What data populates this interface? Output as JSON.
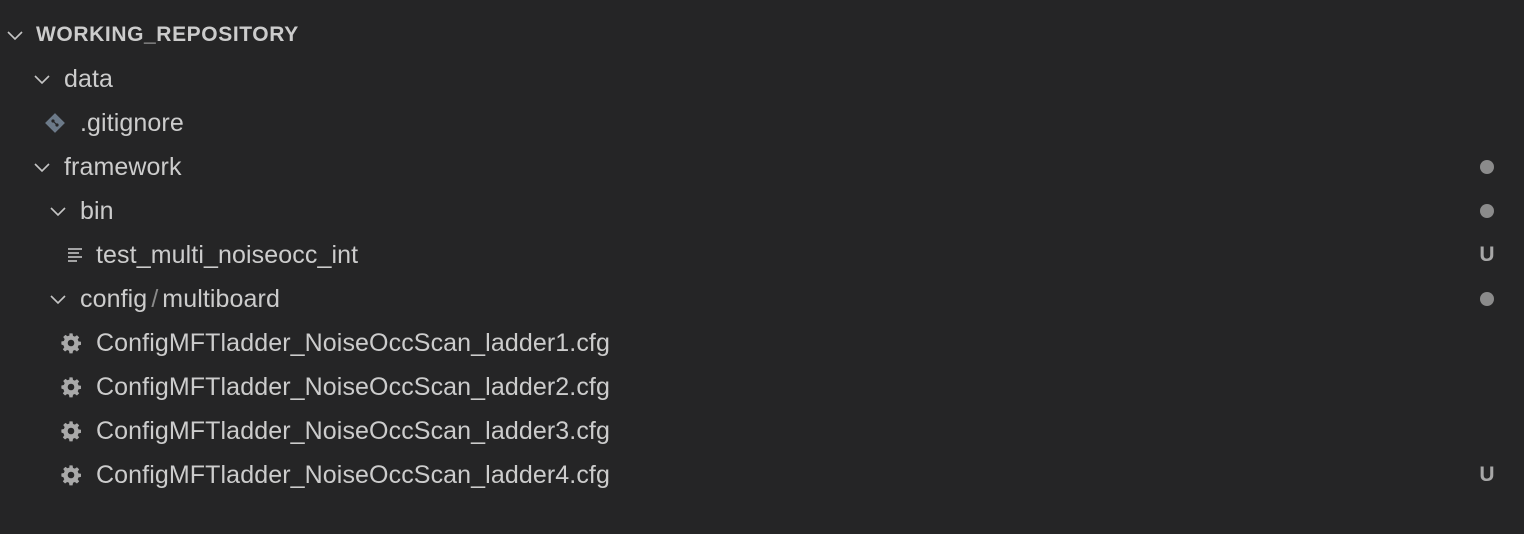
{
  "explorer": {
    "root": {
      "label": "WORKING_REPOSITORY"
    },
    "items": [
      {
        "label": "data"
      },
      {
        "label": ".gitignore"
      },
      {
        "label": "framework"
      },
      {
        "label": "bin"
      },
      {
        "label": "test_multi_noiseocc_int",
        "badge": "U"
      },
      {
        "label": "config",
        "label2": "multiboard",
        "separator": "/"
      },
      {
        "label": "ConfigMFTladder_NoiseOccScan_ladder1.cfg"
      },
      {
        "label": "ConfigMFTladder_NoiseOccScan_ladder2.cfg"
      },
      {
        "label": "ConfigMFTladder_NoiseOccScan_ladder3.cfg"
      },
      {
        "label": "ConfigMFTladder_NoiseOccScan_ladder4.cfg",
        "badge": "U"
      }
    ],
    "icons": {
      "chevron": "chevron-down-icon",
      "git": "git-file-icon",
      "text": "text-file-icon",
      "gear": "gear-icon"
    },
    "colors": {
      "background": "#252526",
      "text": "#cccccc",
      "git_icon": "#6c7a89",
      "modified_dot": "#8b8b8b",
      "untracked_badge": "#a7a7a7"
    }
  }
}
